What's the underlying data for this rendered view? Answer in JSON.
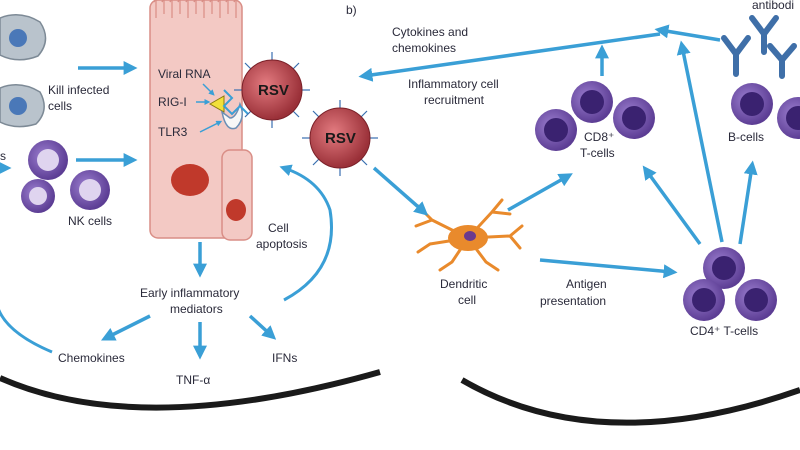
{
  "panel_a": {
    "kill_infected_1": "Kill infected",
    "kill_infected_2": "cells",
    "cut_label": "s",
    "nk_cells": "NK cells",
    "viral_rna": "Viral RNA",
    "rig_i": "RIG-I",
    "tlr3": "TLR3",
    "cell_apoptosis_1": "Cell",
    "cell_apoptosis_2": "apoptosis",
    "early_mediators_1": "Early inflammatory",
    "early_mediators_2": "mediators",
    "chemokines": "Chemokines",
    "tnf": "TNF-α",
    "ifns": "IFNs",
    "virus_label_1": "RSV",
    "virus_label_2": "RSV"
  },
  "panel_b": {
    "panel_letter": "b)",
    "cytokines_1": "Cytokines and",
    "cytokines_2": "chemokines",
    "inflammatory_1": "Inflammatory cell",
    "inflammatory_2": "recruitment",
    "antibodies": "antibodi",
    "cd8_1": "CD8⁺",
    "cd8_2": "T-cells",
    "b_cells": "B-cells",
    "dendritic_1": "Dendritic",
    "dendritic_2": "cell",
    "antigen_1": "Antigen",
    "antigen_2": "presentation",
    "cd4": "CD4⁺ T-cells"
  },
  "colors": {
    "arrow": "#3a9fd6",
    "epithelium": "#f3c9c4",
    "epithelium_stroke": "#d98e86",
    "nucleus": "#c0392b",
    "lymphocyte": "#6a4a9e",
    "lymphocyte_nucleus": "#3a2270",
    "antibody": "#3f6fa8",
    "dendritic": "#e98a2c",
    "virus": "#b8424a"
  }
}
